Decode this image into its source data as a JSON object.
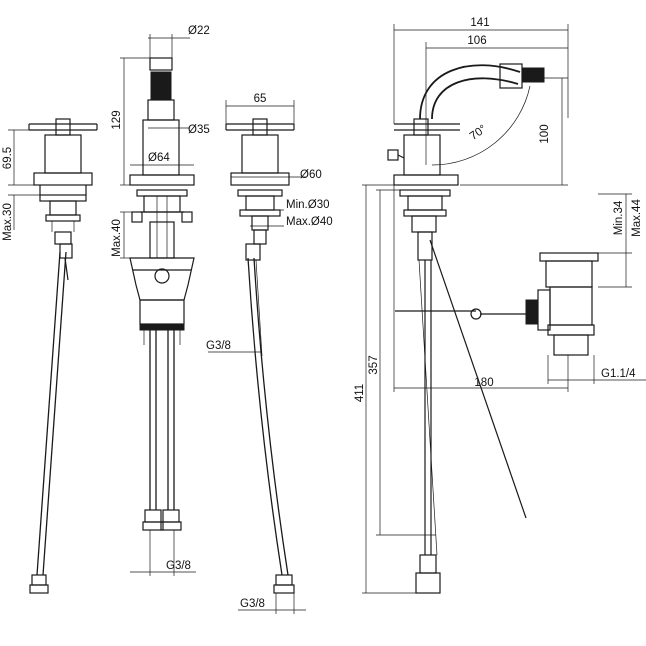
{
  "dimensions": {
    "d22": "22",
    "d35": "35",
    "d64": "64",
    "h129": "129",
    "max40": "Max.40",
    "h69_5": "69.5",
    "max30": "Max.30",
    "w65": "65",
    "d60": "60",
    "min_d30": "Min.",
    "min_d30_val": "30",
    "max_d40": "Max.",
    "max_d40_val": "40",
    "g38_a": "G3/8",
    "g38_b": "G3/8",
    "g38_c": "G3/8",
    "w141": "141",
    "w106": "106",
    "angle70": "70°",
    "h100": "100",
    "min34": "Min.34",
    "max44": "Max.44",
    "h357": "357",
    "h411": "411",
    "w180": "180",
    "g1_1_4": "G1.1/4"
  },
  "diameter_symbol": "Ø"
}
